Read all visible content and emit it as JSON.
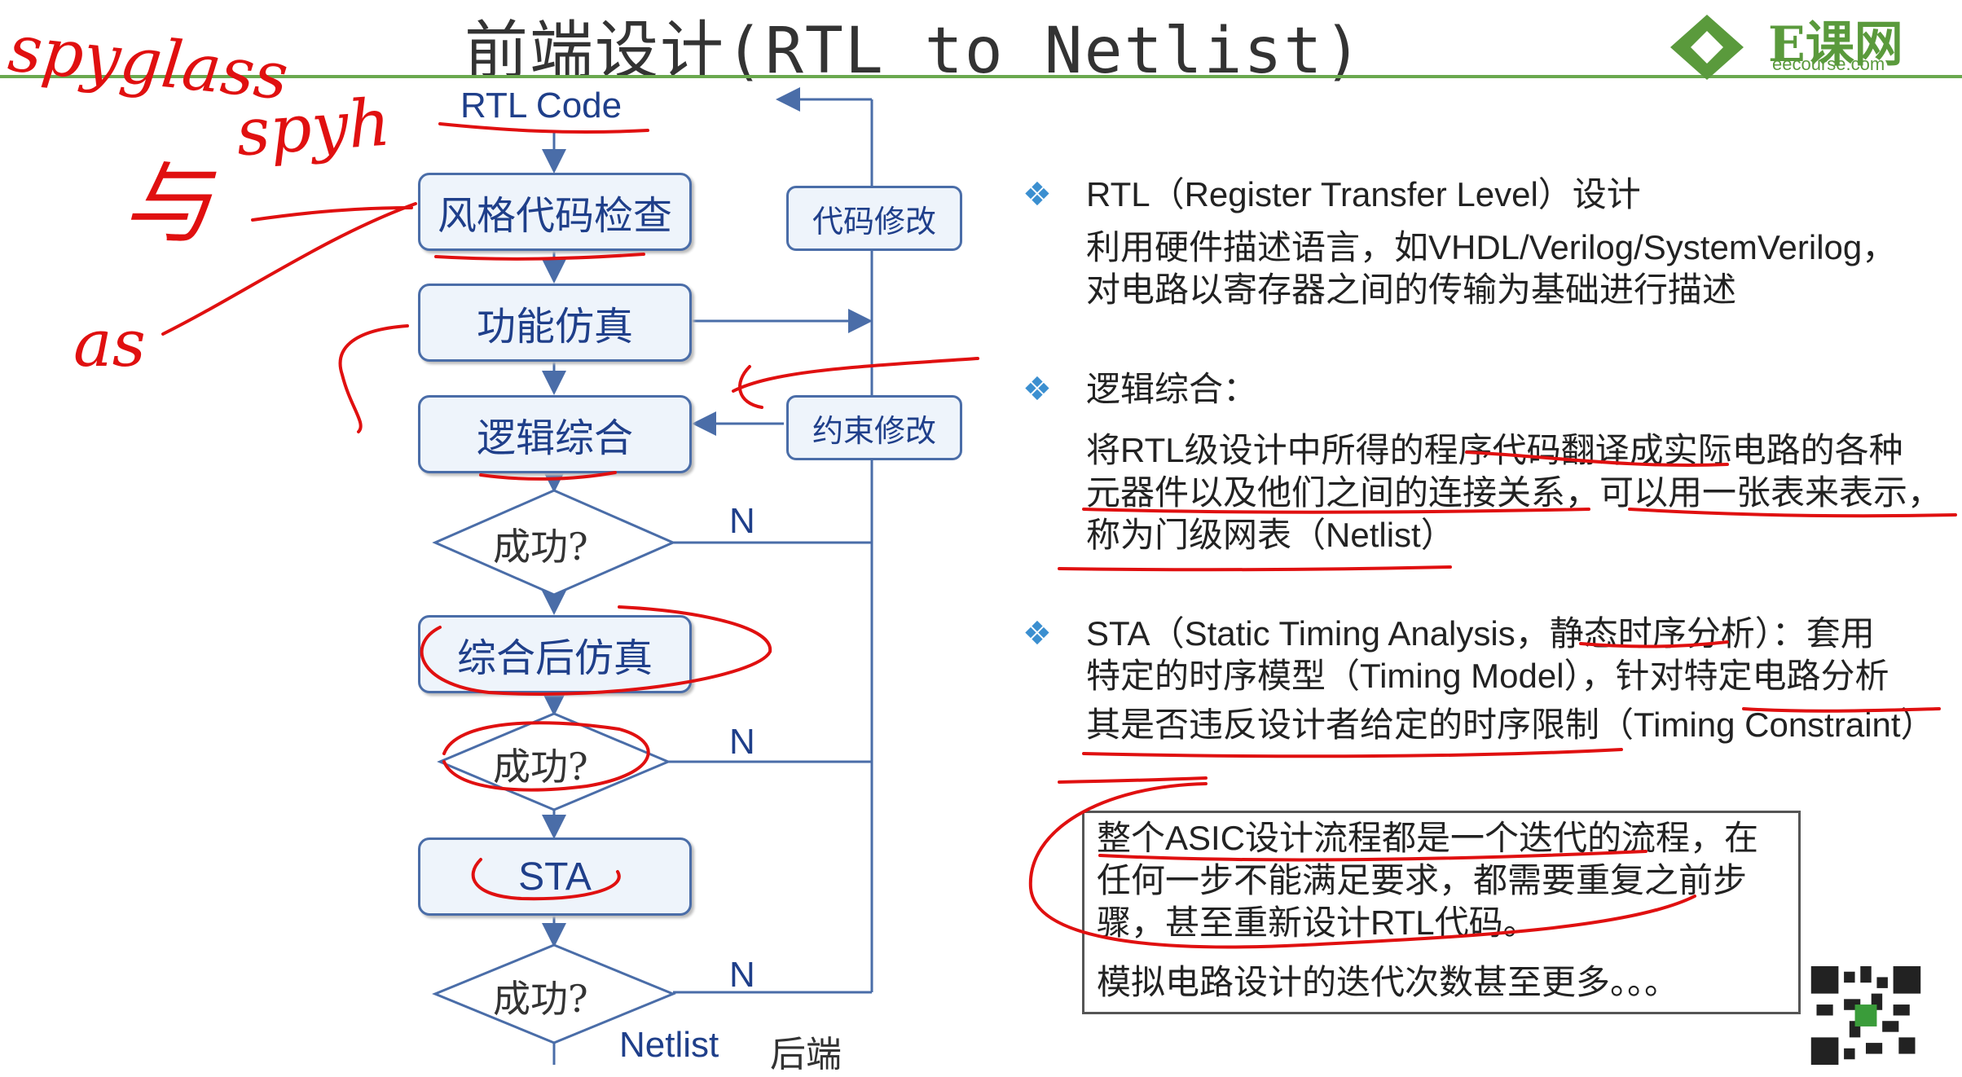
{
  "title": "前端设计(RTL to Netlist)",
  "logo": {
    "text": "E课网",
    "sub": "eecourse.com"
  },
  "flow": {
    "start": "RTL Code",
    "style_check": "风格代码检查",
    "func_sim": "功能仿真",
    "synthesis": "逻辑综合",
    "success1": "成功?",
    "post_sim": "综合后仿真",
    "success2": "成功?",
    "sta": "STA",
    "success3": "成功?",
    "no": "N",
    "netlist": "Netlist",
    "backend": "后端",
    "code_fix": "代码修改",
    "constraint_fix": "约束修改"
  },
  "sections": [
    {
      "heading": "RTL（Register Transfer Level）设计",
      "lines": [
        "利用硬件描述语言，如VHDL/Verilog/SystemVerilog，",
        "对电路以寄存器之间的传输为基础进行描述"
      ]
    },
    {
      "heading": "逻辑综合：",
      "lines": [
        " 将RTL级设计中所得的程序代码翻译成实际电路的各种",
        "元器件以及他们之间的连接关系，可以用一张表来表示，",
        "称为门级网表（Netlist）"
      ]
    },
    {
      "heading": "STA（Static Timing Analysis，静态时序分析）：套用",
      "lines": [
        "特定的时序模型（Timing Model），针对特定电路分析",
        "其是否违反设计者给定的时序限制（Timing Constraint）"
      ]
    }
  ],
  "note": {
    "lines": [
      "整个ASIC设计流程都是一个迭代的流程，在",
      "任何一步不能满足要求，都需要重复之前步",
      "骤，甚至重新设计RTL代码。"
    ],
    "extra": "模拟电路设计的迭代次数甚至更多。。。"
  },
  "handwriting": {
    "w1": "spyglass",
    "w2": "与",
    "w3": "spyh",
    "w4": "as"
  },
  "colors": {
    "flow_border": "#4a6da8",
    "flow_text": "#1f3f8a",
    "annotation": "#e01010",
    "bullet": "#3b8fd0",
    "rule": "#6aa84f"
  }
}
